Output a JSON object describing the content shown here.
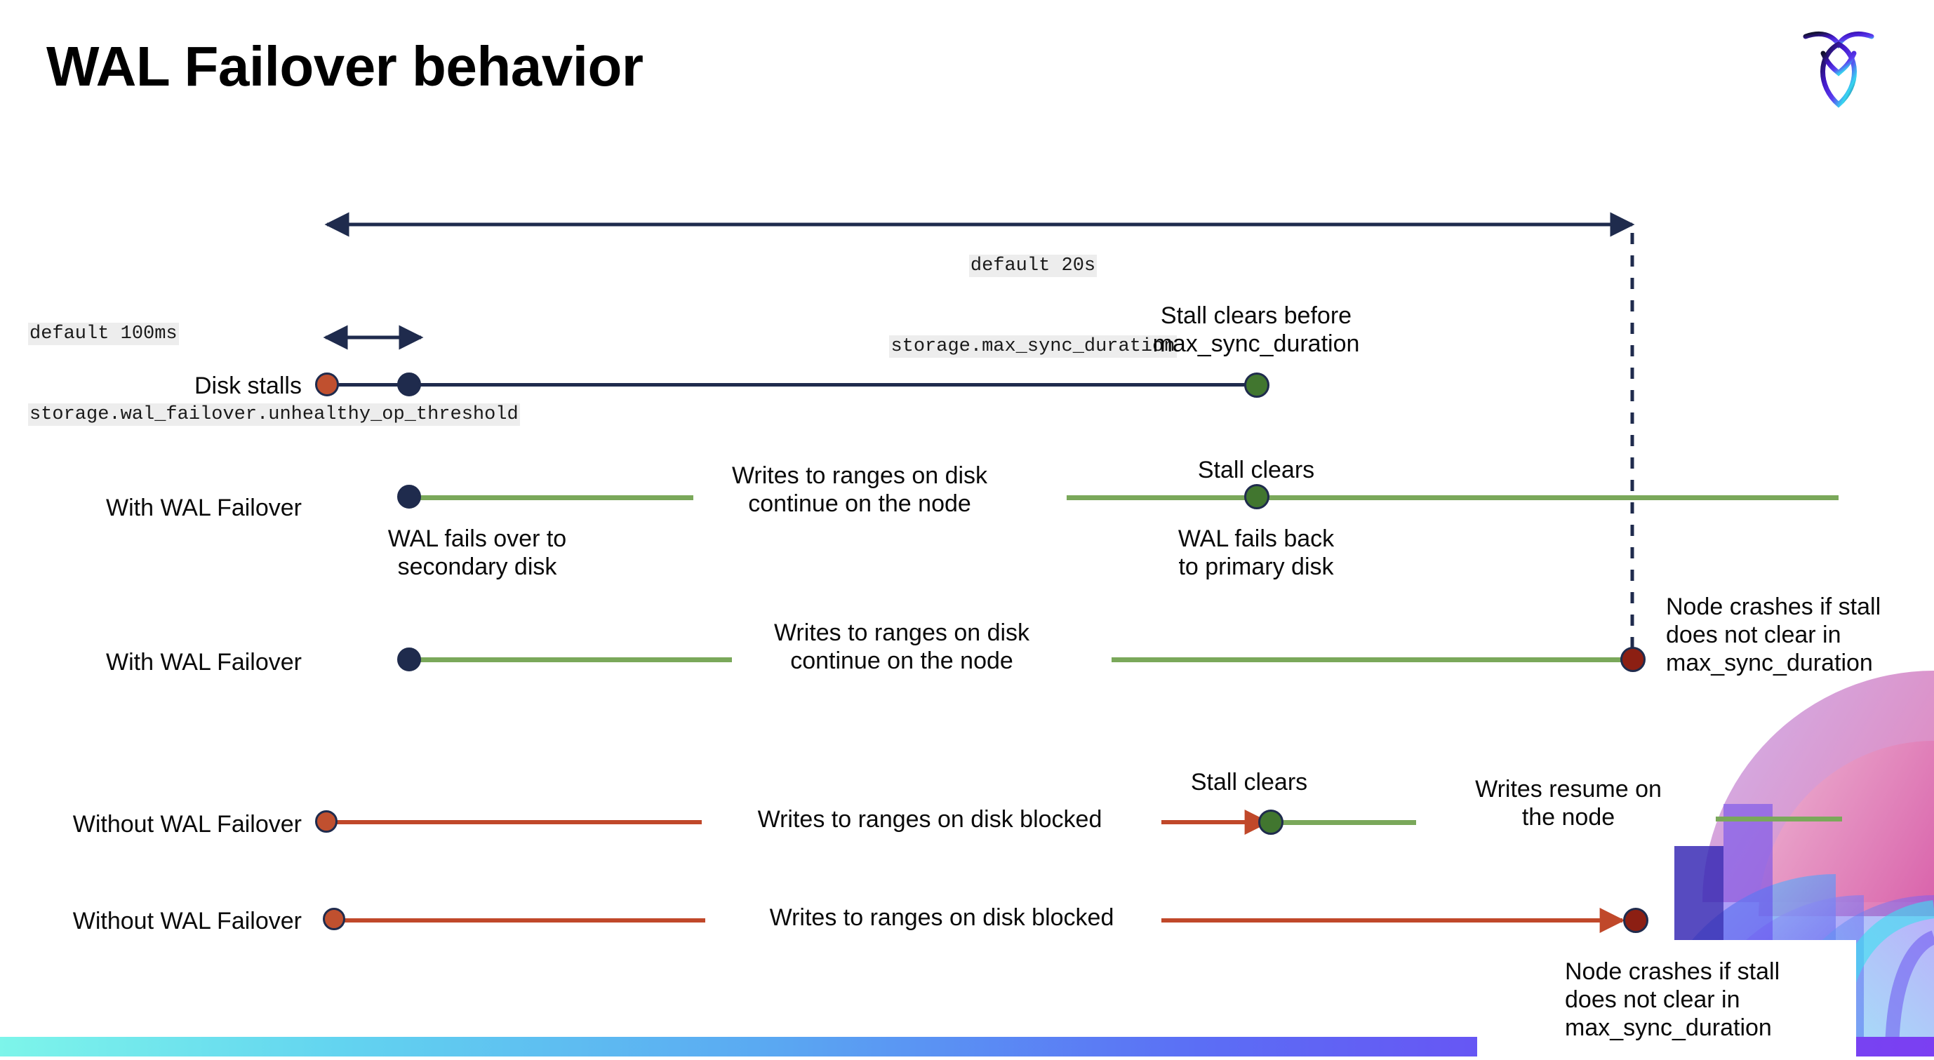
{
  "slide": {
    "title": "WAL Failover behavior",
    "logo_name": "cockroachdb-logo"
  },
  "annotations": {
    "max_sync": {
      "line1": "default 20s",
      "line2": "storage.max_sync_duration"
    },
    "unhealthy_op": {
      "line1": "default 100ms",
      "line2": "storage.wal_failover.unhealthy_op_threshold"
    }
  },
  "rows": [
    {
      "id": "disk-stalls",
      "label": "Disk stalls",
      "notes": [
        {
          "id": "stall-clears-before",
          "text": "Stall clears before\nmax_sync_duration"
        }
      ],
      "markers": [
        "orange-start-dot",
        "navy-failover-dot",
        "green-clear-dot"
      ]
    },
    {
      "id": "with-wal-failover-1",
      "label": "With WAL Failover",
      "notes": [
        {
          "id": "writes-continue",
          "text": "Writes to ranges on disk\ncontinue on the node"
        },
        {
          "id": "stall-clears",
          "text": "Stall clears"
        },
        {
          "id": "wal-fails-back",
          "text": "WAL fails  back\nto primary disk"
        },
        {
          "id": "wal-fails-over",
          "text": "WAL fails over to\nsecondary disk"
        }
      ],
      "markers": [
        "navy-failover-dot",
        "green-clear-dot"
      ]
    },
    {
      "id": "with-wal-failover-2",
      "label": "With WAL Failover",
      "notes": [
        {
          "id": "writes-continue",
          "text": "Writes to ranges on disk\ncontinue on the node"
        },
        {
          "id": "node-crashes",
          "text": "Node crashes if stall\ndoes not clear in\nmax_sync_duration"
        }
      ],
      "markers": [
        "navy-failover-dot",
        "darkred-crash-dot"
      ]
    },
    {
      "id": "without-wal-failover-1",
      "label": "Without WAL Failover",
      "notes": [
        {
          "id": "writes-blocked",
          "text": "Writes to ranges on disk  blocked"
        },
        {
          "id": "stall-clears",
          "text": "Stall clears"
        },
        {
          "id": "writes-resume",
          "text": "Writes resume on\nthe node"
        }
      ],
      "markers": [
        "orange-start-dot",
        "green-clear-dot"
      ]
    },
    {
      "id": "without-wal-failover-2",
      "label": "Without WAL Failover",
      "notes": [
        {
          "id": "writes-blocked",
          "text": "Writes to ranges on disk  blocked"
        },
        {
          "id": "node-crashes",
          "text": "Node crashes if stall\ndoes not clear in\nmax_sync_duration"
        }
      ],
      "markers": [
        "orange-start-dot",
        "darkred-crash-dot"
      ]
    }
  ],
  "text": {
    "disk_stalls_label": "Disk stalls",
    "with_wal_failover_1": "With WAL Failover",
    "with_wal_failover_2": "With WAL Failover",
    "without_wal_failover_1": "Without WAL Failover",
    "without_wal_failover_2": "Without WAL Failover",
    "stall_clears_before": "Stall clears before\nmax_sync_duration",
    "wal_fails_over": "WAL fails over to\nsecondary disk",
    "writes_continue_1": "Writes to ranges on disk\ncontinue on the node",
    "writes_continue_2": "Writes to ranges on disk\ncontinue on the node",
    "stall_clears_1": "Stall clears",
    "wal_fails_back": "WAL fails  back\nto primary disk",
    "node_crashes_1": "Node crashes if stall\ndoes not clear in\nmax_sync_duration",
    "writes_blocked_1": "Writes to ranges on disk  blocked",
    "stall_clears_2": "Stall clears",
    "writes_resume": "Writes resume on\nthe node",
    "writes_blocked_2": "Writes to ranges on disk  blocked",
    "node_crashes_2": "Node crashes if stall\ndoes not clear in\nmax_sync_duration"
  },
  "colors": {
    "navy": "#1f2b4d",
    "orange": "#c0502f",
    "green_line": "#7aa85a",
    "green_dot": "#41762f",
    "red_line": "#c0482a",
    "dark_red": "#8c1f13",
    "code_bg": "#ededed"
  }
}
